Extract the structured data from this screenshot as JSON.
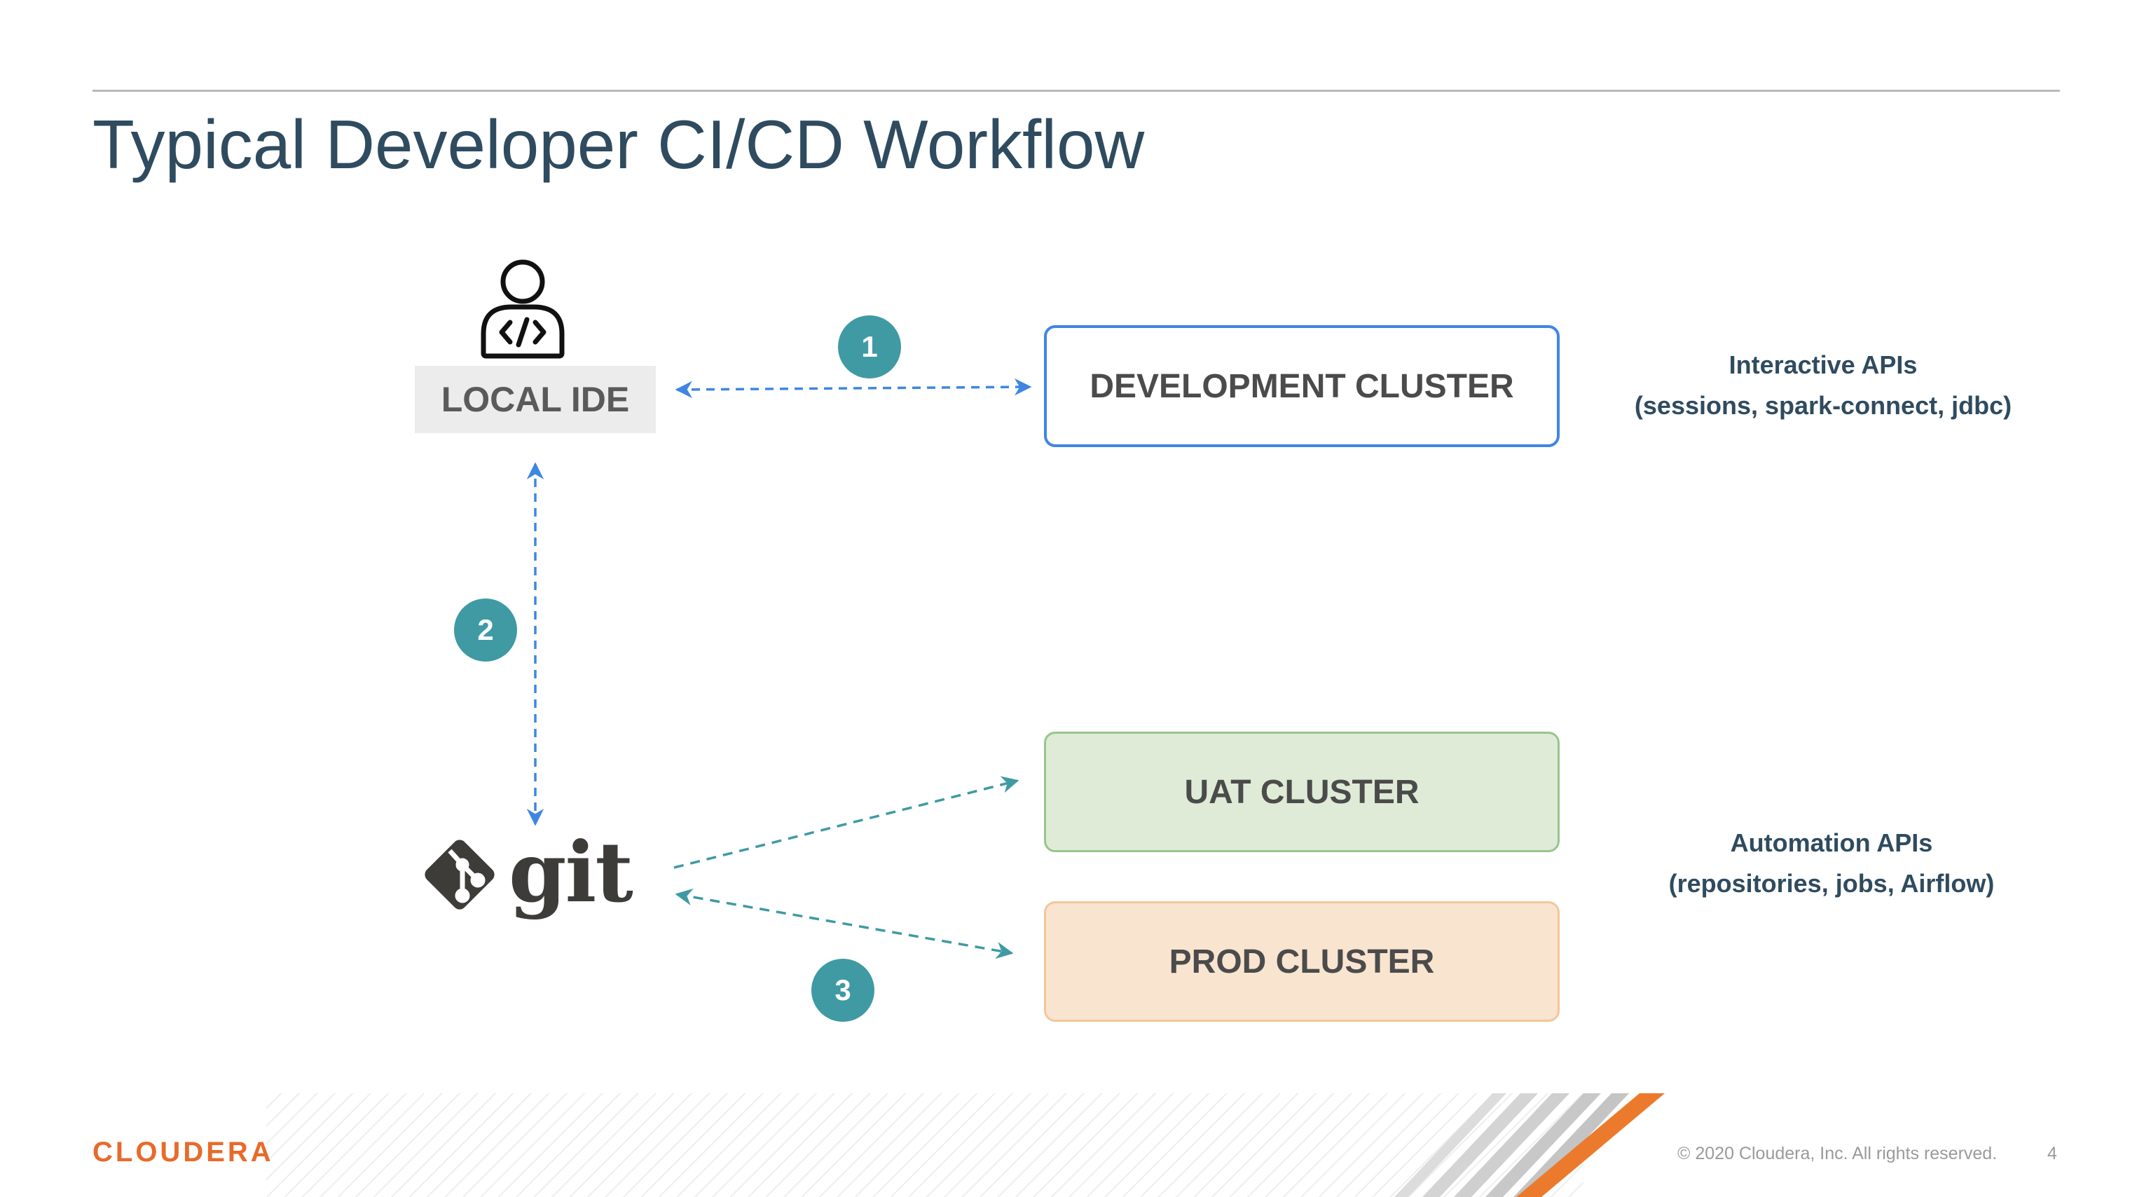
{
  "slide": {
    "title": "Typical Developer CI/CD Workflow"
  },
  "nodes": {
    "local_ide": "LOCAL IDE",
    "git": "git",
    "development_cluster": "DEVELOPMENT CLUSTER",
    "uat_cluster": "UAT CLUSTER",
    "prod_cluster": "PROD CLUSTER"
  },
  "steps": [
    "1",
    "2",
    "3"
  ],
  "annotations": {
    "interactive_title": "Interactive APIs",
    "interactive_sub": "(sessions, spark-connect, jdbc)",
    "automation_title": "Automation APIs",
    "automation_sub": "(repositories, jobs, Airflow)"
  },
  "footer": {
    "brand": "CLOUDERA",
    "copyright": "© 2020 Cloudera, Inc. All rights reserved.",
    "page": "4"
  },
  "colors": {
    "title": "#2f4b5f",
    "blue_arrow": "#3e86e2",
    "teal_arrow": "#3f9aa4",
    "badge": "#3f9aa4",
    "uat_fill": "#dfebd6",
    "prod_fill": "#f9e4d0",
    "brand": "#e86a2a"
  },
  "icons": [
    "developer-icon",
    "git-logo-icon"
  ]
}
